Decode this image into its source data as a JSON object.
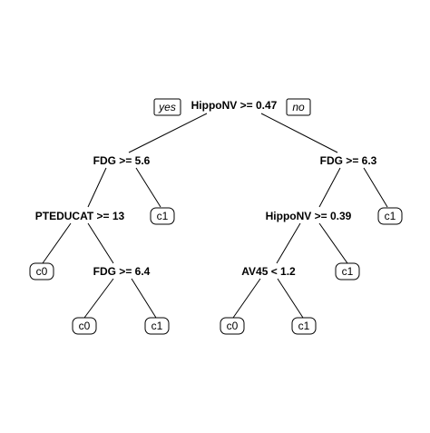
{
  "tree": {
    "splits": {
      "root": "HippoNV >= 0.47",
      "left": "FDG >= 5.6",
      "right": "FDG >= 6.3",
      "left_left": "PTEDUCAT >= 13",
      "left_left_right": "FDG >= 6.4",
      "right_left": "HippoNV >= 0.39",
      "right_left_left": "AV45 < 1.2"
    },
    "branch_labels": {
      "yes": "yes",
      "no": "no"
    },
    "leaves": {
      "left_right": "c1",
      "left_left_left": "c0",
      "left_left_right_left": "c0",
      "left_left_right_right": "c1",
      "right_right": "c1",
      "right_left_right": "c1",
      "right_left_left_left": "c0",
      "right_left_left_right": "c1"
    }
  }
}
